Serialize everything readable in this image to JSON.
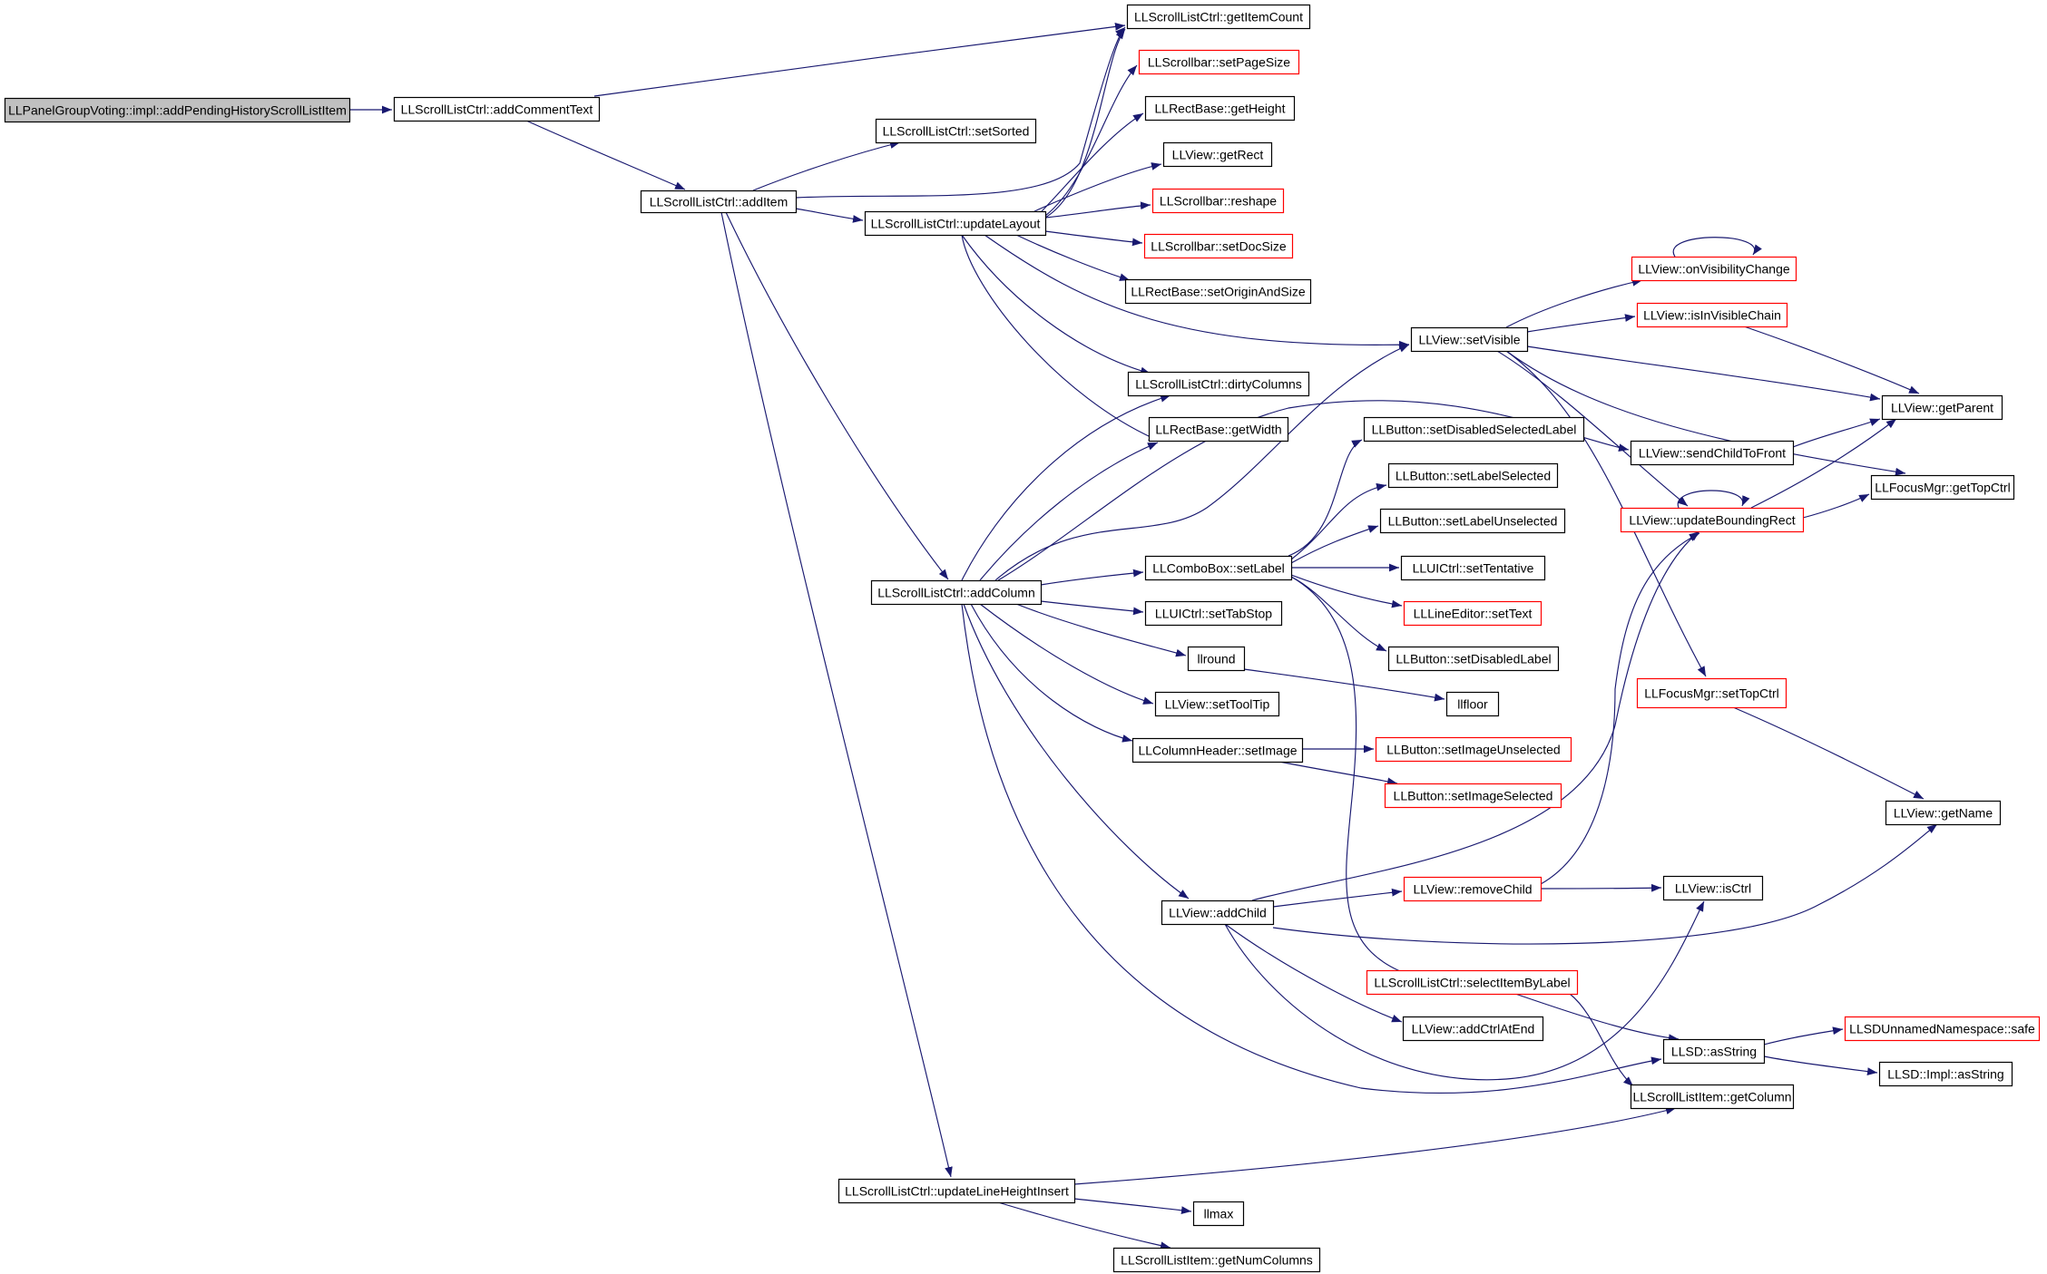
{
  "diagram": {
    "colors": {
      "edge": "#191970",
      "box_border": "#000000",
      "truncated_border": "#ff0000",
      "root_fill": "#c0c0c0",
      "text": "#000000"
    },
    "nodes": [
      {
        "id": "root",
        "label": "LLPanelGroupVoting::impl::addPendingHistoryScrollListItem",
        "style": "root"
      },
      {
        "id": "addCommentText",
        "label": "LLScrollListCtrl::addCommentText",
        "style": "normal"
      },
      {
        "id": "getItemCount",
        "label": "LLScrollListCtrl::getItemCount",
        "style": "normal"
      },
      {
        "id": "setPageSize",
        "label": "LLScrollbar::setPageSize",
        "style": "truncated"
      },
      {
        "id": "rbGetHeight",
        "label": "LLRectBase::getHeight",
        "style": "normal"
      },
      {
        "id": "setSorted",
        "label": "LLScrollListCtrl::setSorted",
        "style": "normal"
      },
      {
        "id": "getRect",
        "label": "LLView::getRect",
        "style": "normal"
      },
      {
        "id": "addItem",
        "label": "LLScrollListCtrl::addItem",
        "style": "normal"
      },
      {
        "id": "reshape",
        "label": "LLScrollbar::reshape",
        "style": "truncated"
      },
      {
        "id": "updateLayout",
        "label": "LLScrollListCtrl::updateLayout",
        "style": "normal"
      },
      {
        "id": "setDocSize",
        "label": "LLScrollbar::setDocSize",
        "style": "truncated"
      },
      {
        "id": "onVisibilityChange",
        "label": "LLView::onVisibilityChange",
        "style": "truncated"
      },
      {
        "id": "setOriginAndSize",
        "label": "LLRectBase::setOriginAndSize",
        "style": "normal"
      },
      {
        "id": "isInVisibleChain",
        "label": "LLView::isInVisibleChain",
        "style": "truncated"
      },
      {
        "id": "setVisible",
        "label": "LLView::setVisible",
        "style": "normal"
      },
      {
        "id": "dirtyColumns",
        "label": "LLScrollListCtrl::dirtyColumns",
        "style": "normal"
      },
      {
        "id": "getParent",
        "label": "LLView::getParent",
        "style": "normal"
      },
      {
        "id": "rbGetWidth",
        "label": "LLRectBase::getWidth",
        "style": "normal"
      },
      {
        "id": "setDisabledSelectedLabel",
        "label": "LLButton::setDisabledSelectedLabel",
        "style": "normal"
      },
      {
        "id": "sendChildToFront",
        "label": "LLView::sendChildToFront",
        "style": "normal"
      },
      {
        "id": "setLabelSelected",
        "label": "LLButton::setLabelSelected",
        "style": "normal"
      },
      {
        "id": "getTopCtrl",
        "label": "LLFocusMgr::getTopCtrl",
        "style": "normal"
      },
      {
        "id": "updateBoundingRect",
        "label": "LLView::updateBoundingRect",
        "style": "truncated"
      },
      {
        "id": "setLabelUnselected",
        "label": "LLButton::setLabelUnselected",
        "style": "normal"
      },
      {
        "id": "cbSetLabel",
        "label": "LLComboBox::setLabel",
        "style": "normal"
      },
      {
        "id": "setTentative",
        "label": "LLUICtrl::setTentative",
        "style": "normal"
      },
      {
        "id": "addColumn",
        "label": "LLScrollListCtrl::addColumn",
        "style": "normal"
      },
      {
        "id": "setTabStop",
        "label": "LLUICtrl::setTabStop",
        "style": "normal"
      },
      {
        "id": "leSetText",
        "label": "LLLineEditor::setText",
        "style": "truncated"
      },
      {
        "id": "llround",
        "label": "llround",
        "style": "normal"
      },
      {
        "id": "setDisabledLabel",
        "label": "LLButton::setDisabledLabel",
        "style": "normal"
      },
      {
        "id": "setTopCtrl",
        "label": "LLFocusMgr::setTopCtrl",
        "style": "truncated"
      },
      {
        "id": "setToolTip",
        "label": "LLView::setToolTip",
        "style": "normal"
      },
      {
        "id": "llfloor",
        "label": "llfloor",
        "style": "normal"
      },
      {
        "id": "chSetImage",
        "label": "LLColumnHeader::setImage",
        "style": "normal"
      },
      {
        "id": "setImageUnselected",
        "label": "LLButton::setImageUnselected",
        "style": "truncated"
      },
      {
        "id": "setImageSelected",
        "label": "LLButton::setImageSelected",
        "style": "truncated"
      },
      {
        "id": "getName",
        "label": "LLView::getName",
        "style": "normal"
      },
      {
        "id": "removeChild",
        "label": "LLView::removeChild",
        "style": "truncated"
      },
      {
        "id": "isCtrl",
        "label": "LLView::isCtrl",
        "style": "normal"
      },
      {
        "id": "addChild",
        "label": "LLView::addChild",
        "style": "normal"
      },
      {
        "id": "selectItemByLabel",
        "label": "LLScrollListCtrl::selectItemByLabel",
        "style": "truncated"
      },
      {
        "id": "addCtrlAtEnd",
        "label": "LLView::addCtrlAtEnd",
        "style": "normal"
      },
      {
        "id": "safe",
        "label": "LLSDUnnamedNamespace::safe",
        "style": "truncated"
      },
      {
        "id": "asString",
        "label": "LLSD::asString",
        "style": "normal"
      },
      {
        "id": "implAsString",
        "label": "LLSD::Impl::asString",
        "style": "normal"
      },
      {
        "id": "getColumn",
        "label": "LLScrollListItem::getColumn",
        "style": "normal"
      },
      {
        "id": "updateLineHeightInsert",
        "label": "LLScrollListCtrl::updateLineHeightInsert",
        "style": "normal"
      },
      {
        "id": "llmax",
        "label": "llmax",
        "style": "normal"
      },
      {
        "id": "getNumColumns",
        "label": "LLScrollListItem::getNumColumns",
        "style": "normal"
      }
    ],
    "edges": [
      [
        "root",
        "addCommentText"
      ],
      [
        "addCommentText",
        "getItemCount"
      ],
      [
        "addCommentText",
        "addItem"
      ],
      [
        "addItem",
        "setSorted"
      ],
      [
        "addItem",
        "getItemCount"
      ],
      [
        "addItem",
        "updateLayout"
      ],
      [
        "addItem",
        "addColumn"
      ],
      [
        "addItem",
        "updateLineHeightInsert"
      ],
      [
        "updateLayout",
        "getItemCount"
      ],
      [
        "updateLayout",
        "setPageSize"
      ],
      [
        "updateLayout",
        "rbGetHeight"
      ],
      [
        "updateLayout",
        "getRect"
      ],
      [
        "updateLayout",
        "reshape"
      ],
      [
        "updateLayout",
        "setDocSize"
      ],
      [
        "updateLayout",
        "setOriginAndSize"
      ],
      [
        "updateLayout",
        "setVisible"
      ],
      [
        "updateLayout",
        "dirtyColumns"
      ],
      [
        "updateLayout",
        "rbGetWidth"
      ],
      [
        "setVisible",
        "onVisibilityChange"
      ],
      [
        "setVisible",
        "isInVisibleChain"
      ],
      [
        "setVisible",
        "getParent"
      ],
      [
        "setVisible",
        "updateBoundingRect"
      ],
      [
        "setVisible",
        "getTopCtrl"
      ],
      [
        "setVisible",
        "setTopCtrl"
      ],
      [
        "isInVisibleChain",
        "getParent"
      ],
      [
        "sendChildToFront",
        "getParent"
      ],
      [
        "updateBoundingRect",
        "getParent"
      ],
      [
        "updateBoundingRect",
        "getTopCtrl"
      ],
      [
        "updateBoundingRect",
        "updateBoundingRect"
      ],
      [
        "onVisibilityChange",
        "onVisibilityChange"
      ],
      [
        "setTopCtrl",
        "getName"
      ],
      [
        "addColumn",
        "dirtyColumns"
      ],
      [
        "addColumn",
        "rbGetWidth"
      ],
      [
        "addColumn",
        "setVisible"
      ],
      [
        "addColumn",
        "sendChildToFront"
      ],
      [
        "addColumn",
        "cbSetLabel"
      ],
      [
        "addColumn",
        "setTabStop"
      ],
      [
        "addColumn",
        "llround"
      ],
      [
        "addColumn",
        "setToolTip"
      ],
      [
        "addColumn",
        "chSetImage"
      ],
      [
        "addColumn",
        "addChild"
      ],
      [
        "addColumn",
        "asString"
      ],
      [
        "cbSetLabel",
        "setDisabledSelectedLabel"
      ],
      [
        "cbSetLabel",
        "setLabelSelected"
      ],
      [
        "cbSetLabel",
        "setLabelUnselected"
      ],
      [
        "cbSetLabel",
        "setTentative"
      ],
      [
        "cbSetLabel",
        "leSetText"
      ],
      [
        "cbSetLabel",
        "setDisabledLabel"
      ],
      [
        "cbSetLabel",
        "selectItemByLabel"
      ],
      [
        "llround",
        "llfloor"
      ],
      [
        "chSetImage",
        "setImageUnselected"
      ],
      [
        "chSetImage",
        "setImageSelected"
      ],
      [
        "addChild",
        "updateBoundingRect"
      ],
      [
        "addChild",
        "removeChild"
      ],
      [
        "addChild",
        "getName"
      ],
      [
        "addChild",
        "addCtrlAtEnd"
      ],
      [
        "addChild",
        "isCtrl"
      ],
      [
        "removeChild",
        "updateBoundingRect"
      ],
      [
        "removeChild",
        "isCtrl"
      ],
      [
        "selectItemByLabel",
        "asString"
      ],
      [
        "selectItemByLabel",
        "getColumn"
      ],
      [
        "asString",
        "safe"
      ],
      [
        "asString",
        "implAsString"
      ],
      [
        "updateLineHeightInsert",
        "getColumn"
      ],
      [
        "updateLineHeightInsert",
        "llmax"
      ],
      [
        "updateLineHeightInsert",
        "getNumColumns"
      ]
    ]
  }
}
